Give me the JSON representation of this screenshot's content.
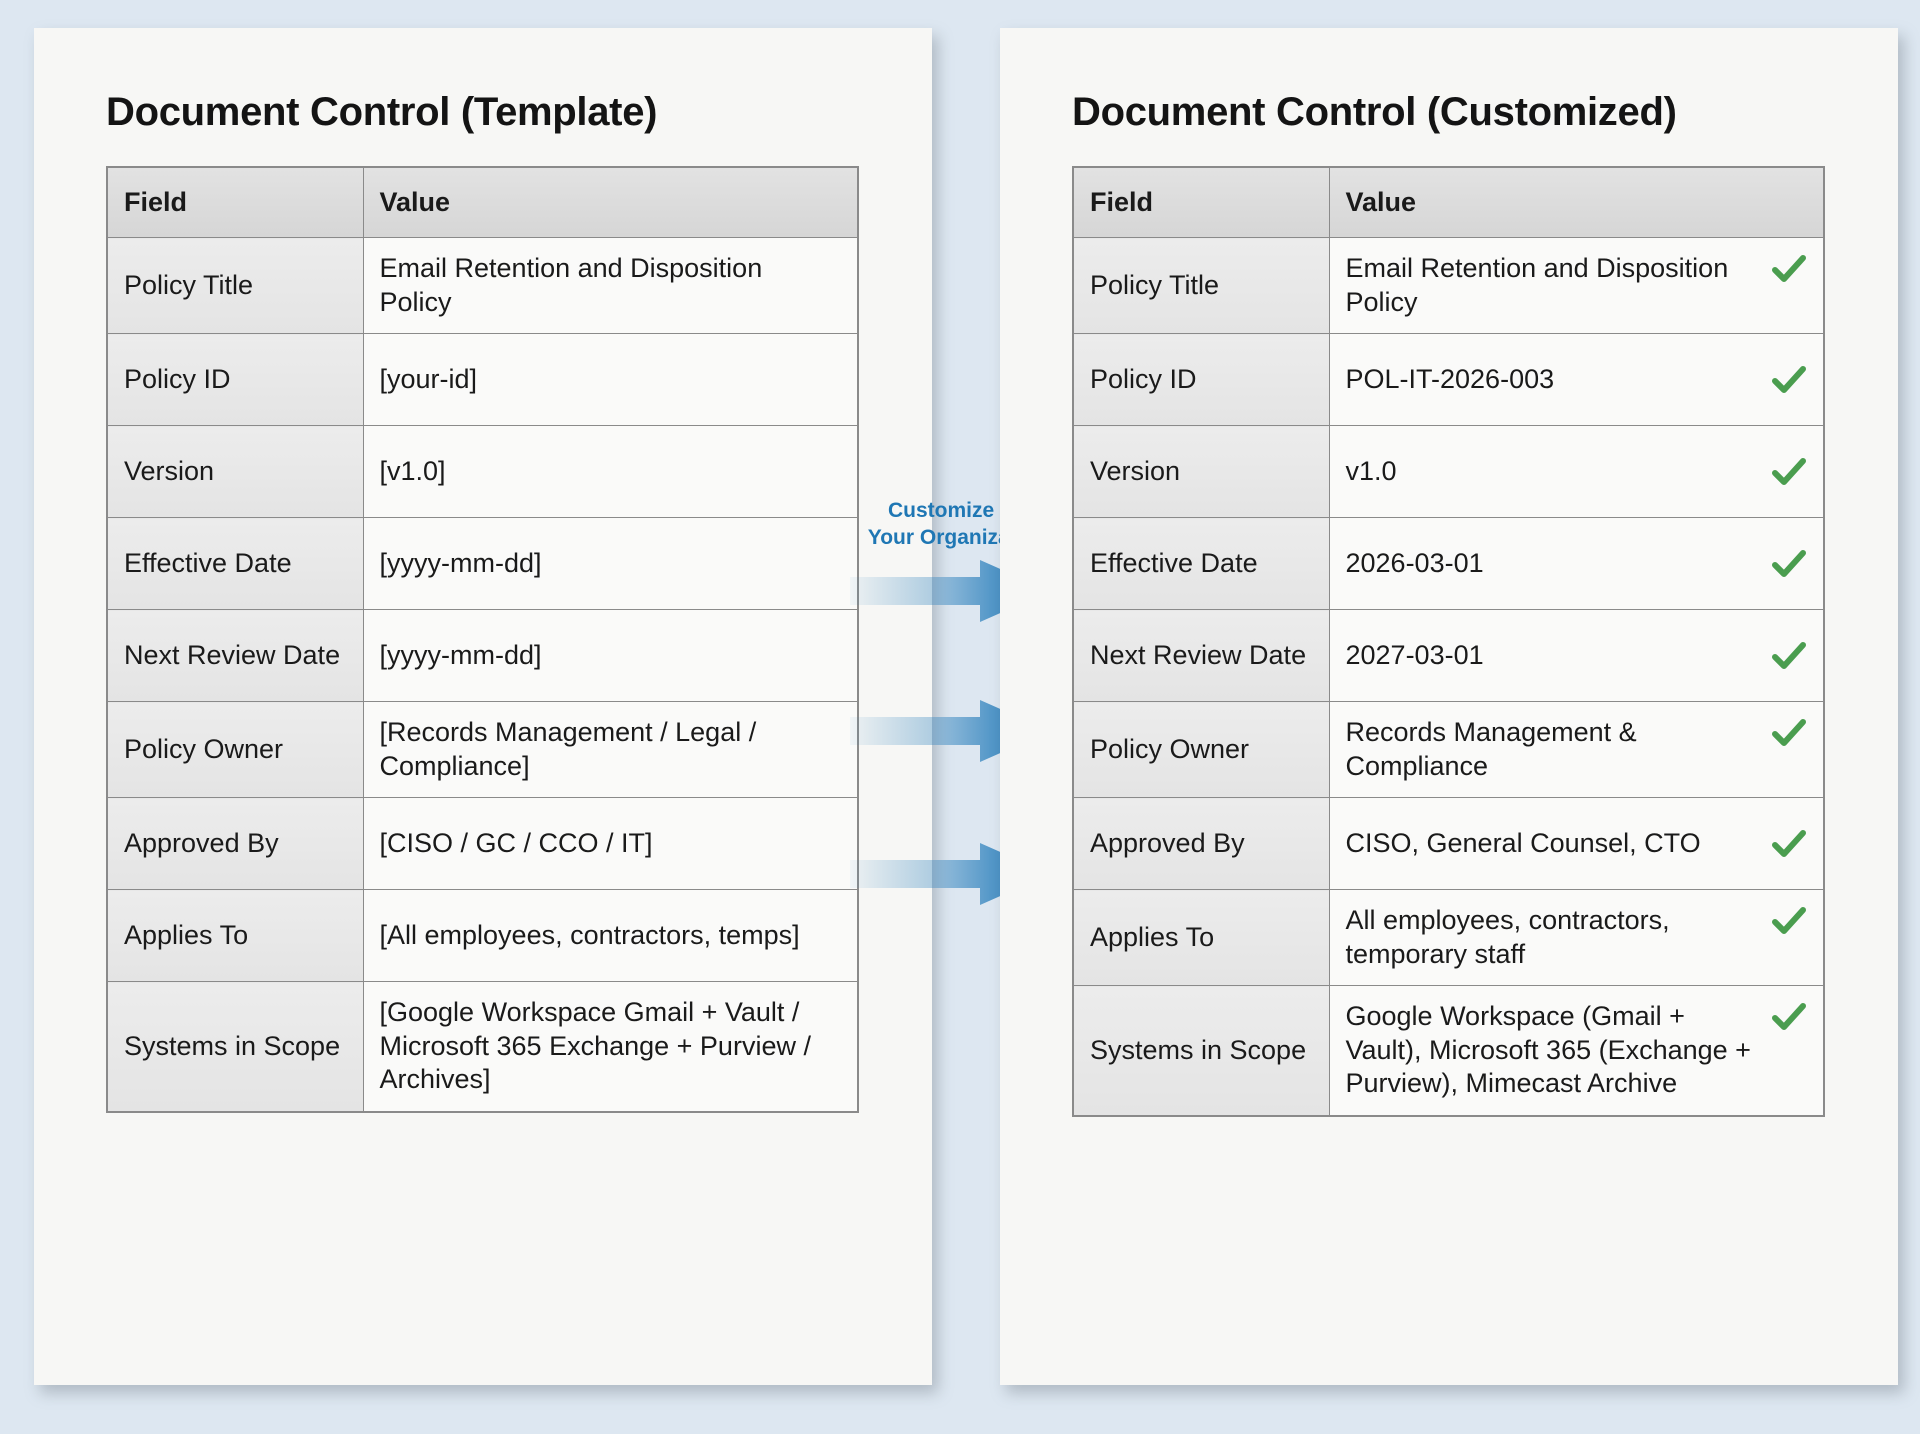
{
  "background_color": "#dde7f1",
  "accent_colors": {
    "placeholder_orange": "#b5711e",
    "arrow_blue": "#2f82bd",
    "label_blue": "#1f77b4",
    "check_green": "#4a9d4f"
  },
  "left_panel": {
    "title": "Document Control (Template)",
    "table": {
      "headers": [
        "Field",
        "Value"
      ],
      "rows": [
        {
          "field": "Policy Title",
          "value": "Email Retention and Disposition Policy",
          "placeholder": false
        },
        {
          "field": "Policy ID",
          "value": "[your-id]",
          "placeholder": true
        },
        {
          "field": "Version",
          "value": "[v1.0]",
          "placeholder": true
        },
        {
          "field": "Effective Date",
          "value": "[yyyy-mm-dd]",
          "placeholder": true
        },
        {
          "field": "Next Review Date",
          "value": "[yyyy-mm-dd]",
          "placeholder": true
        },
        {
          "field": "Policy Owner",
          "value": "[Records Management / Legal / Compliance]",
          "placeholder": true
        },
        {
          "field": "Approved By",
          "value": "[CISO / GC / CCO / IT]",
          "placeholder": true
        },
        {
          "field": "Applies To",
          "value": "[All employees, contractors, temps]",
          "placeholder": true
        },
        {
          "field": "Systems in Scope",
          "value": "[Google Workspace Gmail + Vault / Microsoft 365 Exchange + Purview / Archives]",
          "placeholder": true
        }
      ]
    }
  },
  "center": {
    "label_line_1": "Customize for",
    "label_line_2": "Your Organization",
    "arrow_count": 3
  },
  "right_panel": {
    "title": "Document Control (Customized)",
    "table": {
      "headers": [
        "Field",
        "Value"
      ],
      "rows": [
        {
          "field": "Policy Title",
          "value": "Email Retention and Disposition Policy",
          "check": true
        },
        {
          "field": "Policy ID",
          "value": "POL-IT-2026-003",
          "check": true
        },
        {
          "field": "Version",
          "value": "v1.0",
          "check": true
        },
        {
          "field": "Effective Date",
          "value": "2026-03-01",
          "check": true
        },
        {
          "field": "Next Review Date",
          "value": "2027-03-01",
          "check": true
        },
        {
          "field": "Policy Owner",
          "value": "Records Management & Compliance",
          "check": true
        },
        {
          "field": "Approved By",
          "value": "CISO, General Counsel, CTO",
          "check": true
        },
        {
          "field": "Applies To",
          "value": "All employees, contractors, temporary staff",
          "check": true
        },
        {
          "field": "Systems in Scope",
          "value": "Google Workspace (Gmail + Vault), Microsoft 365 (Exchange + Purview), Mimecast Archive",
          "check": true
        }
      ]
    }
  }
}
